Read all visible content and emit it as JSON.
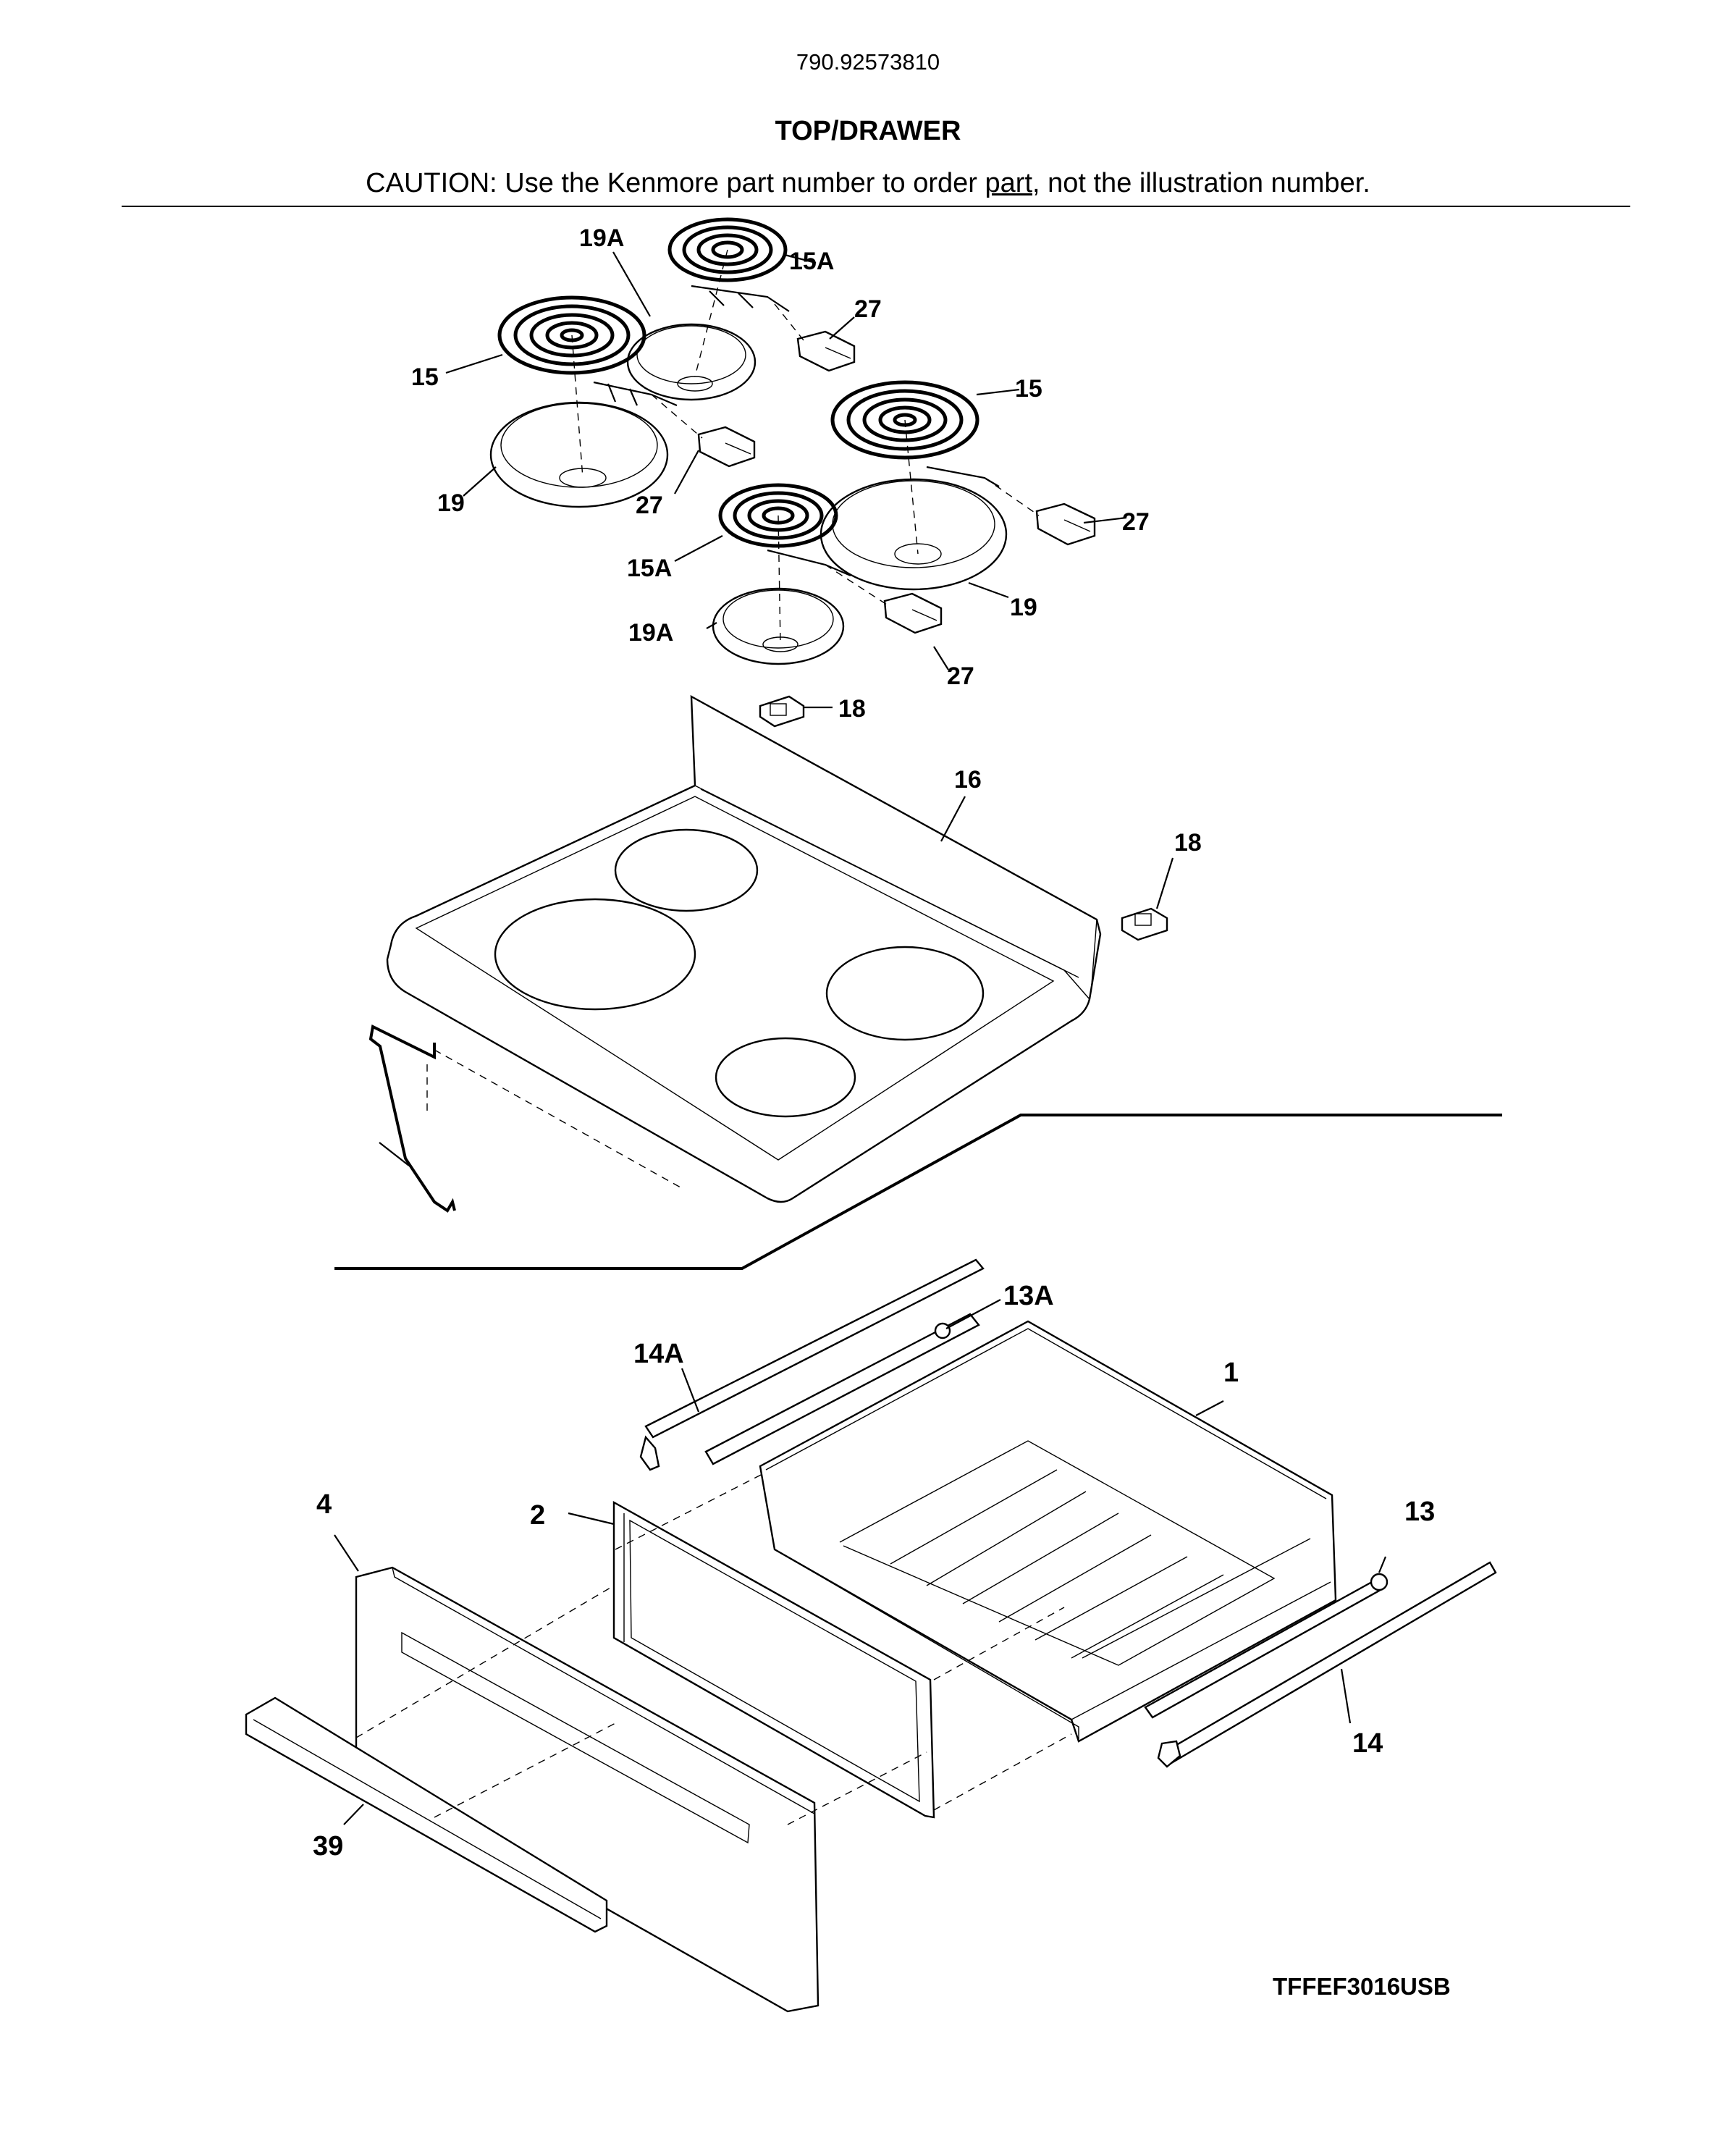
{
  "header": {
    "model_number": "790.92573810",
    "section_title": "TOP/DRAWER",
    "caution_before": "CAUTION: Use the Kenmore part number to order ",
    "caution_link": "part",
    "caution_after": ", not the illustration number."
  },
  "footer": {
    "model_code": "TFFEF3016USB"
  },
  "callouts": {
    "c19a_top": "19A",
    "c15a_top": "15A",
    "c27_a": "27",
    "c15_left": "15",
    "c15_right": "15",
    "c19_left": "19",
    "c27_b": "27",
    "c27_c": "27",
    "c15a_mid": "15A",
    "c19_right": "19",
    "c19a_bottom": "19A",
    "c27_d": "27",
    "c18_a": "18",
    "c16": "16",
    "c18_b": "18",
    "c13a": "13A",
    "c14a": "14A",
    "c1": "1",
    "c4": "4",
    "c2": "2",
    "c13": "13",
    "c14": "14",
    "c39": "39"
  }
}
